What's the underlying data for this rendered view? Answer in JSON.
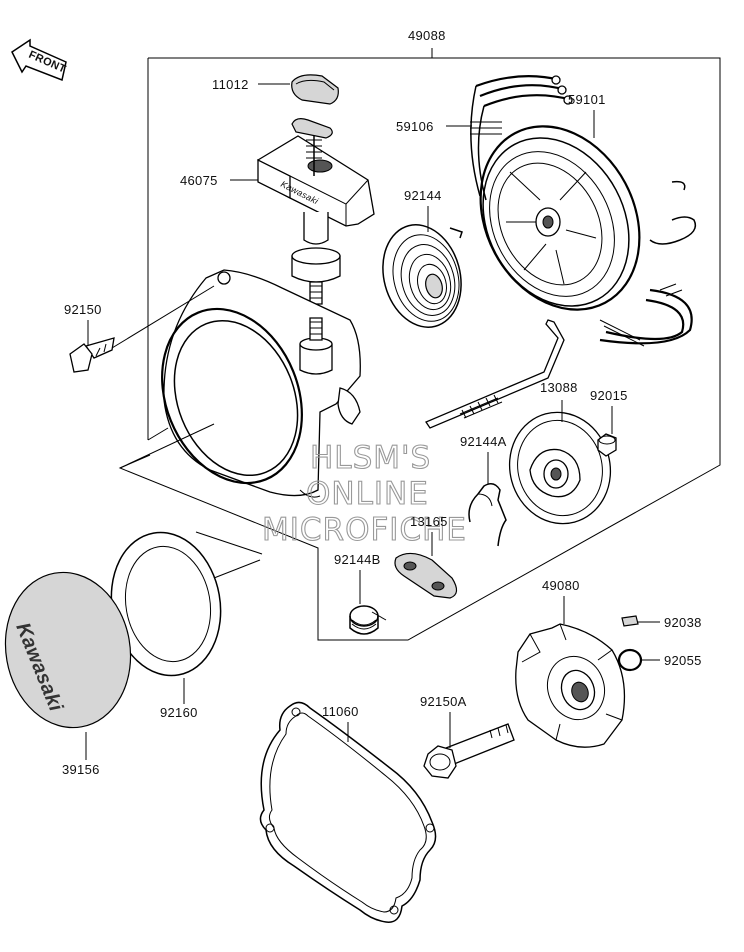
{
  "front_marker": "FRONT",
  "part_numbers": {
    "p49088": "49088",
    "p11012": "11012",
    "p59101": "59101",
    "p59106": "59106",
    "p46075": "46075",
    "p92144": "92144",
    "p92150": "92150",
    "p13088": "13088",
    "p92015": "92015",
    "p92144A": "92144A",
    "p13165": "13165",
    "p92144B": "92144B",
    "p49080": "49080",
    "p92038": "92038",
    "p92055": "92055",
    "p11060": "11060",
    "p92150A": "92150A",
    "p92160": "92160",
    "p39156": "39156"
  },
  "brand_cover_text": "Kawasaki",
  "brand_handle_text": "Kawasaki",
  "watermark": {
    "line1": "HLSM'S",
    "line2": "ONLINE",
    "line3": "MICROFICHE"
  }
}
